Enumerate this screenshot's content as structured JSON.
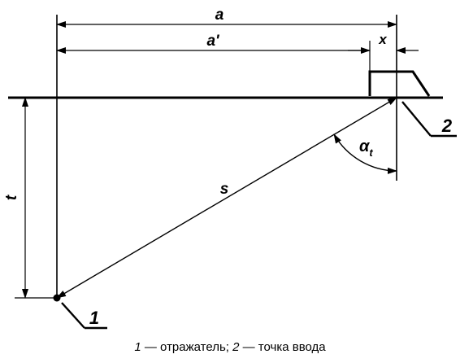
{
  "labels": {
    "a": "a",
    "a_prime": "a'",
    "x": "x",
    "t": "t",
    "s": "s",
    "alpha": "α",
    "alpha_sub": "t",
    "callout_1": "1",
    "callout_2": "2"
  },
  "caption": {
    "n1": "1",
    "t1": " — отражатель; ",
    "n2": "2",
    "t2": " — точка ввода"
  }
}
